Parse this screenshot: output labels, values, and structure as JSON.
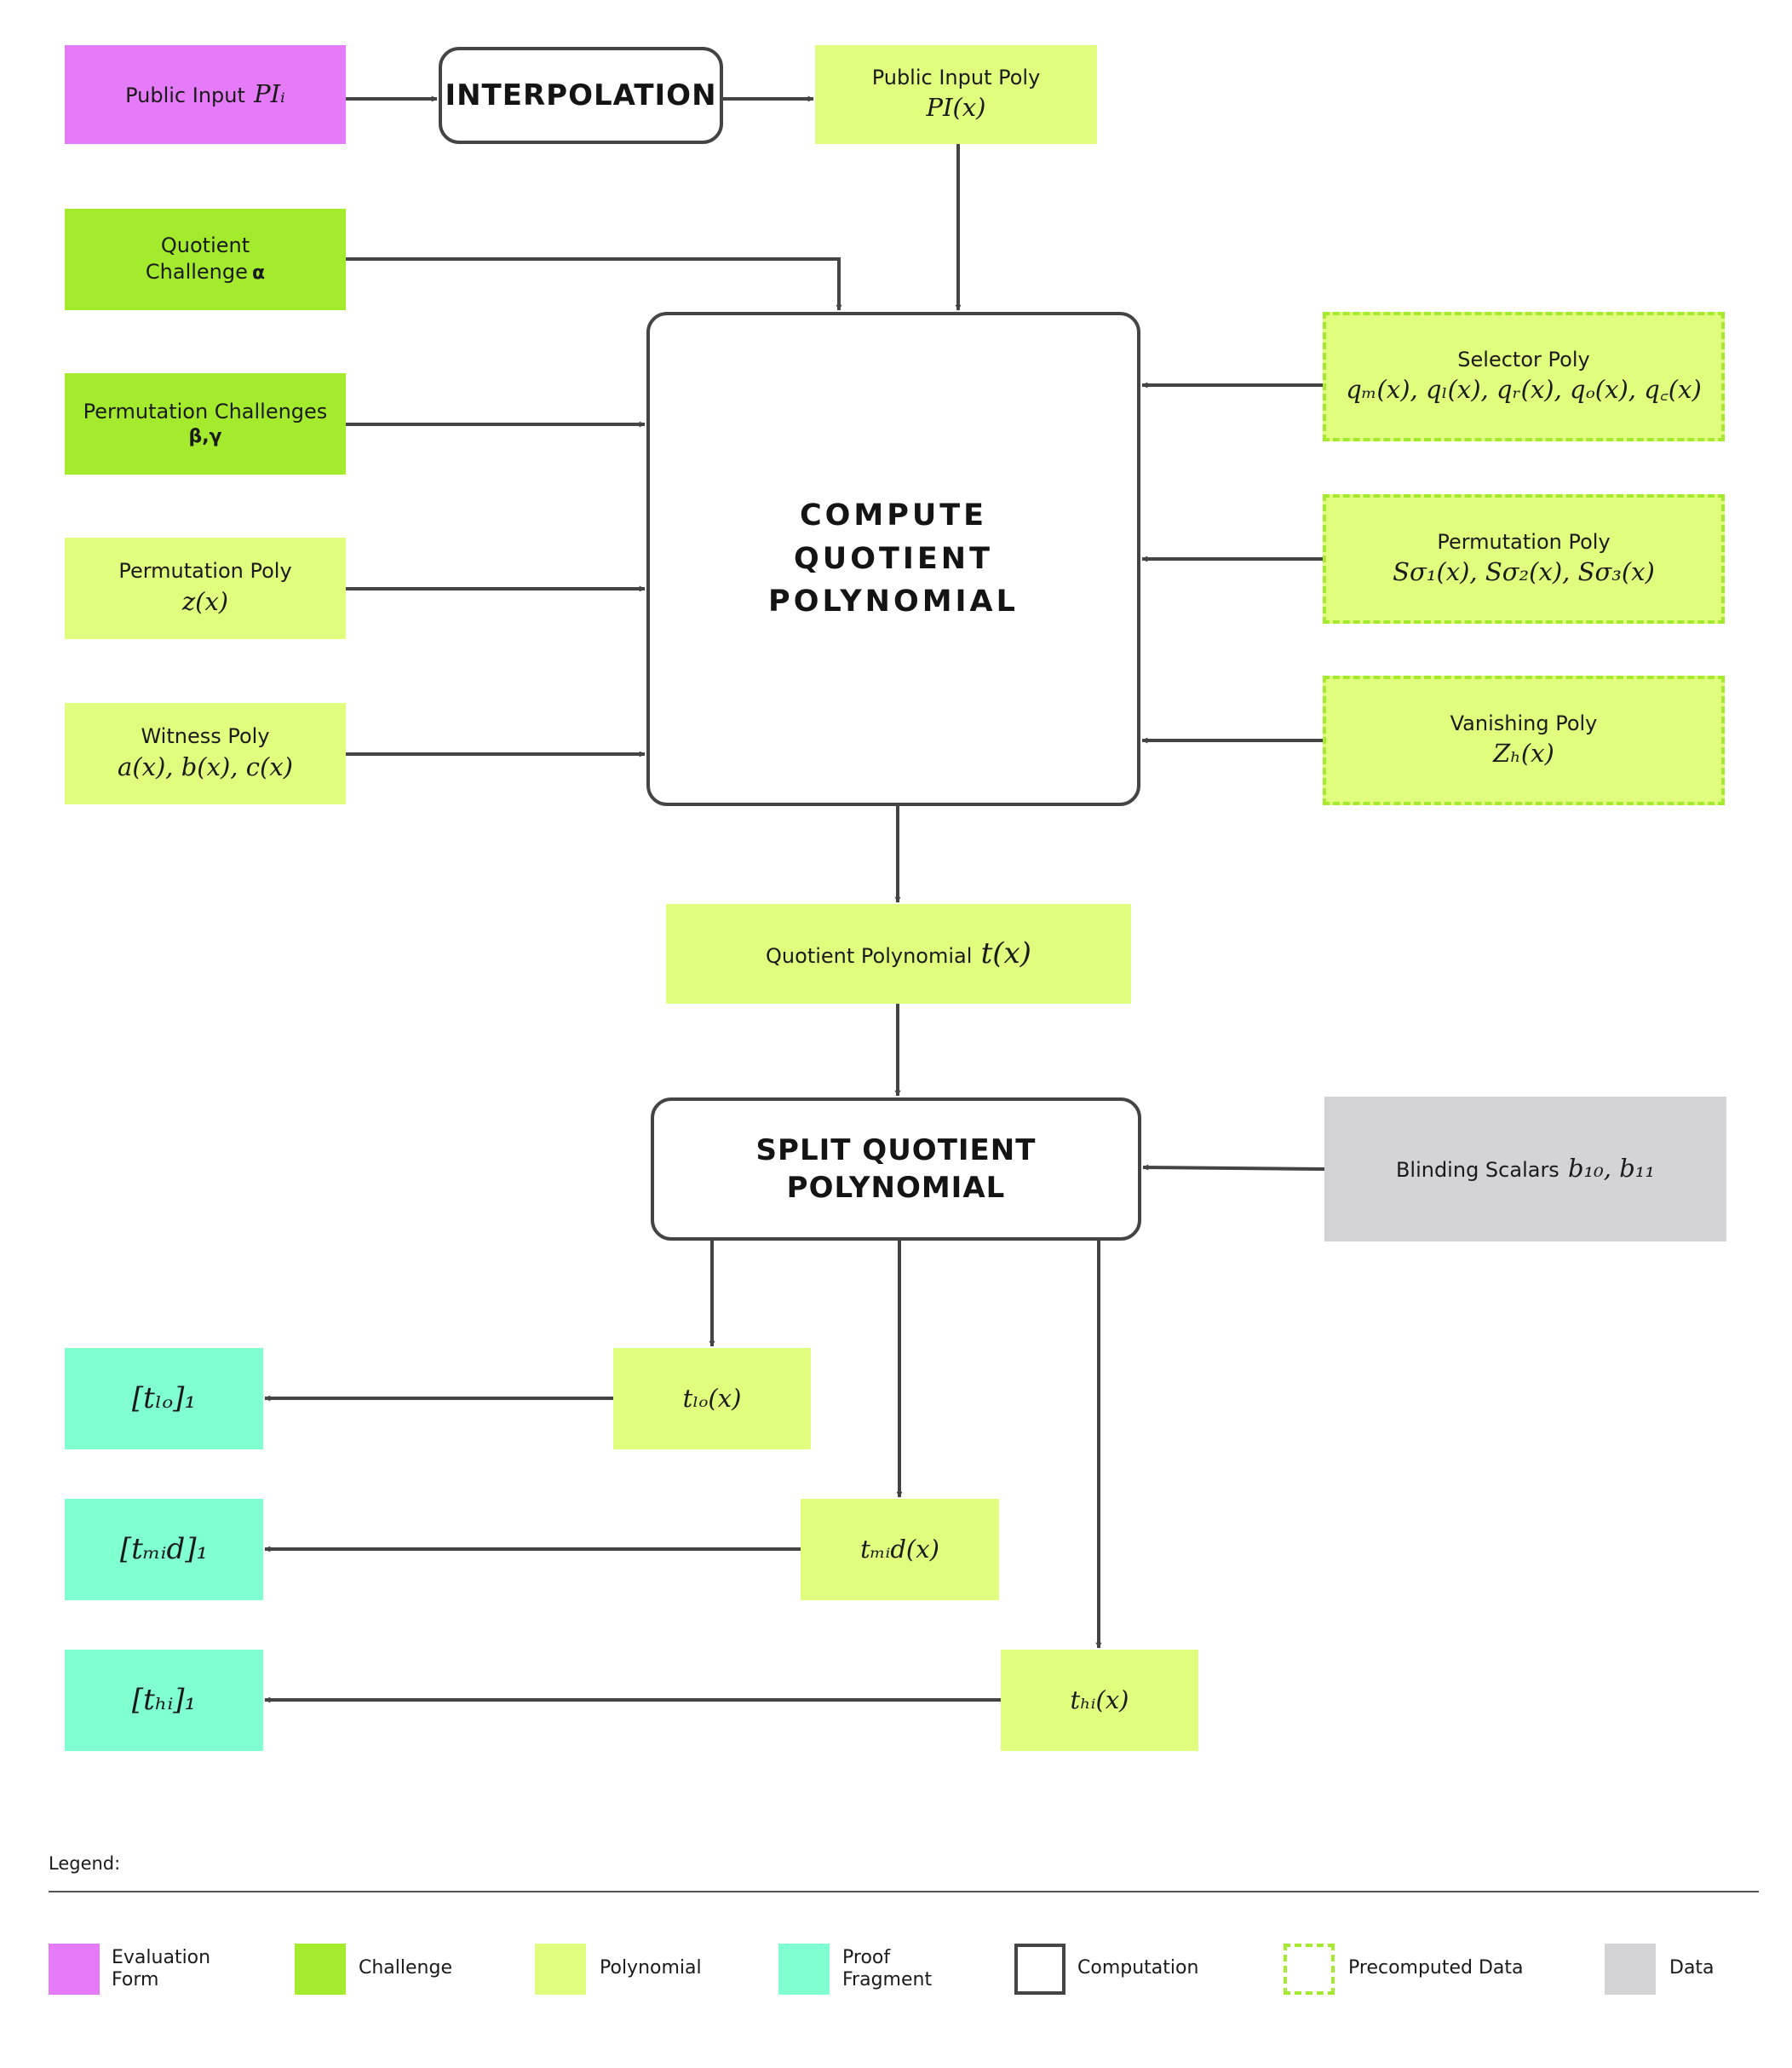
{
  "nodes": {
    "public_input": {
      "label": "Public Input",
      "math": "PIᵢ"
    },
    "interpolation": {
      "label": "INTERPOLATION"
    },
    "public_input_poly": {
      "label": "Public Input Poly",
      "math": "PI(x)"
    },
    "quotient_challenge": {
      "line1": "Quotient",
      "line2": "Challenge",
      "symbol": "α"
    },
    "permutation_challenges": {
      "label": "Permutation Challenges",
      "symbol": "β,γ"
    },
    "permutation_poly_z": {
      "label": "Permutation Poly",
      "math": "z(x)"
    },
    "witness_poly": {
      "label": "Witness Poly",
      "math": "a(x), b(x), c(x)"
    },
    "compute_quotient": {
      "line1": "COMPUTE",
      "line2": "QUOTIENT",
      "line3": "POLYNOMIAL"
    },
    "selector_poly": {
      "label": "Selector Poly",
      "math": "qₘ(x), qₗ(x), qᵣ(x), qₒ(x), q꜀(x)"
    },
    "permutation_poly_sigma": {
      "label": "Permutation Poly",
      "math": "Sσ₁(x), Sσ₂(x), Sσ₃(x)"
    },
    "vanishing_poly": {
      "label": "Vanishing Poly",
      "math": "Zₕ(x)"
    },
    "quotient_poly": {
      "label": "Quotient Polynomial",
      "math": "t(x)"
    },
    "split_quotient": {
      "line1": "SPLIT QUOTIENT",
      "line2": "POLYNOMIAL"
    },
    "blinding_scalars": {
      "label": "Blinding Scalars",
      "math": "b₁₀, b₁₁"
    },
    "t_lo": {
      "math": "tₗₒ(x)"
    },
    "t_mid": {
      "math": "tₘᵢd(x)"
    },
    "t_hi": {
      "math": "tₕᵢ(x)"
    },
    "t_lo_commit": {
      "math": "[tₗₒ]₁"
    },
    "t_mid_commit": {
      "math": "[tₘᵢd]₁"
    },
    "t_hi_commit": {
      "math": "[tₕᵢ]₁"
    }
  },
  "legend": {
    "title": "Legend:",
    "items": [
      {
        "label_line1": "Evaluation",
        "label_line2": "Form",
        "color": "#e57bf8"
      },
      {
        "label_line1": "Challenge",
        "label_line2": "",
        "color": "#a3eb2c"
      },
      {
        "label_line1": "Polynomial",
        "label_line2": "",
        "color": "#e0fd7e"
      },
      {
        "label_line1": "Proof",
        "label_line2": "Fragment",
        "color": "#80ffd1"
      },
      {
        "label_line1": "Computation",
        "label_line2": "",
        "color": "#ffffff"
      },
      {
        "label_line1": "Precomputed Data",
        "label_line2": "",
        "color": "#a3eb2c"
      },
      {
        "label_line1": "Data",
        "label_line2": "",
        "color": "#d4d3d5"
      }
    ]
  },
  "colors": {
    "evaluation_form": "#e57bf8",
    "challenge": "#a3eb2c",
    "polynomial": "#e0fd7e",
    "proof_fragment": "#80ffd1",
    "data": "#d4d3d5",
    "edge": "#444444"
  }
}
